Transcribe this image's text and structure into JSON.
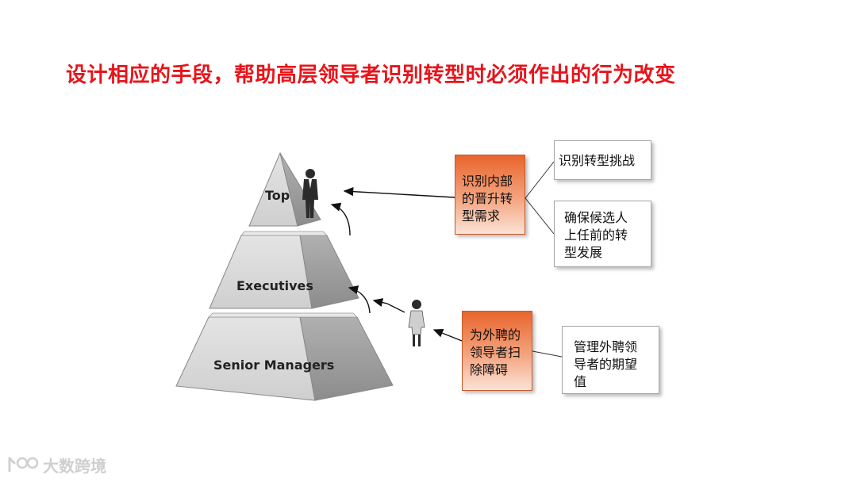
{
  "title": "设计相应的手段，帮助高层领导者识别转型时必须作出的行为改变",
  "pyramid": {
    "top_label": "Top",
    "middle_label": "Executives",
    "bottom_label": "Senior Managers"
  },
  "boxes": {
    "internal_needs": [
      "识别内部",
      "的晋升转",
      "型需求"
    ],
    "identify_challenges": [
      "识别转型挑战"
    ],
    "ensure_development": [
      "确保候选人",
      "上任前的转",
      "型发展"
    ],
    "external_hires": [
      "为外聘的",
      "领导者扫",
      "除障碍"
    ],
    "manage_expectations": [
      "管理外聘领",
      "导者的期望",
      "值"
    ]
  },
  "watermark": "大数跨境",
  "colors": {
    "title_red": "#e8141b",
    "orange_box_top": "#e8652c",
    "orange_box_bottom": "#fbe3d6",
    "pyramid_light": "#dadada",
    "pyramid_dark": "#9e9e9e"
  }
}
